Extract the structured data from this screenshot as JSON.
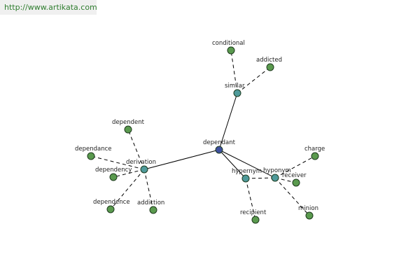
{
  "watermark": {
    "text": "http://www.artikata.com"
  },
  "colors": {
    "root": "#3d4f9e",
    "hub": "#4f9a9a",
    "leaf": "#5a9a4e",
    "edge": "#000000"
  },
  "nodes": [
    {
      "id": "dependant",
      "label": "dependant",
      "kind": "root"
    },
    {
      "id": "similar",
      "label": "similar",
      "kind": "hub"
    },
    {
      "id": "conditional",
      "label": "conditional",
      "kind": "leaf"
    },
    {
      "id": "addicted",
      "label": "addicted",
      "kind": "leaf"
    },
    {
      "id": "derivation",
      "label": "derivation",
      "kind": "hub"
    },
    {
      "id": "dependent",
      "label": "dependent",
      "kind": "leaf"
    },
    {
      "id": "dependance",
      "label": "dependance",
      "kind": "leaf"
    },
    {
      "id": "dependency",
      "label": "dependency",
      "kind": "leaf"
    },
    {
      "id": "dependence",
      "label": "dependence",
      "kind": "leaf"
    },
    {
      "id": "addiction",
      "label": "addiction",
      "kind": "leaf"
    },
    {
      "id": "hypernym",
      "label": "hypernym",
      "kind": "hub"
    },
    {
      "id": "recipient",
      "label": "recipient",
      "kind": "leaf"
    },
    {
      "id": "hyponym",
      "label": "hyponym",
      "kind": "hub"
    },
    {
      "id": "charge",
      "label": "charge",
      "kind": "leaf"
    },
    {
      "id": "receiver",
      "label": "receiver",
      "kind": "leaf"
    },
    {
      "id": "minion",
      "label": "minion",
      "kind": "leaf"
    }
  ],
  "edges": [
    {
      "from": "dependant",
      "to": "similar",
      "style": "solid"
    },
    {
      "from": "dependant",
      "to": "derivation",
      "style": "solid"
    },
    {
      "from": "dependant",
      "to": "hypernym",
      "style": "solid"
    },
    {
      "from": "dependant",
      "to": "hyponym",
      "style": "solid"
    },
    {
      "from": "similar",
      "to": "conditional",
      "style": "dashed"
    },
    {
      "from": "similar",
      "to": "addicted",
      "style": "dashed"
    },
    {
      "from": "derivation",
      "to": "dependent",
      "style": "dashed"
    },
    {
      "from": "derivation",
      "to": "dependance",
      "style": "dashed"
    },
    {
      "from": "derivation",
      "to": "dependency",
      "style": "dashed"
    },
    {
      "from": "derivation",
      "to": "dependence",
      "style": "dashed"
    },
    {
      "from": "derivation",
      "to": "addiction",
      "style": "dashed"
    },
    {
      "from": "hypernym",
      "to": "recipient",
      "style": "dashed"
    },
    {
      "from": "hypernym",
      "to": "hyponym",
      "style": "dashed"
    },
    {
      "from": "hyponym",
      "to": "charge",
      "style": "dashed"
    },
    {
      "from": "hyponym",
      "to": "receiver",
      "style": "dashed"
    },
    {
      "from": "hyponym",
      "to": "minion",
      "style": "dashed"
    }
  ]
}
